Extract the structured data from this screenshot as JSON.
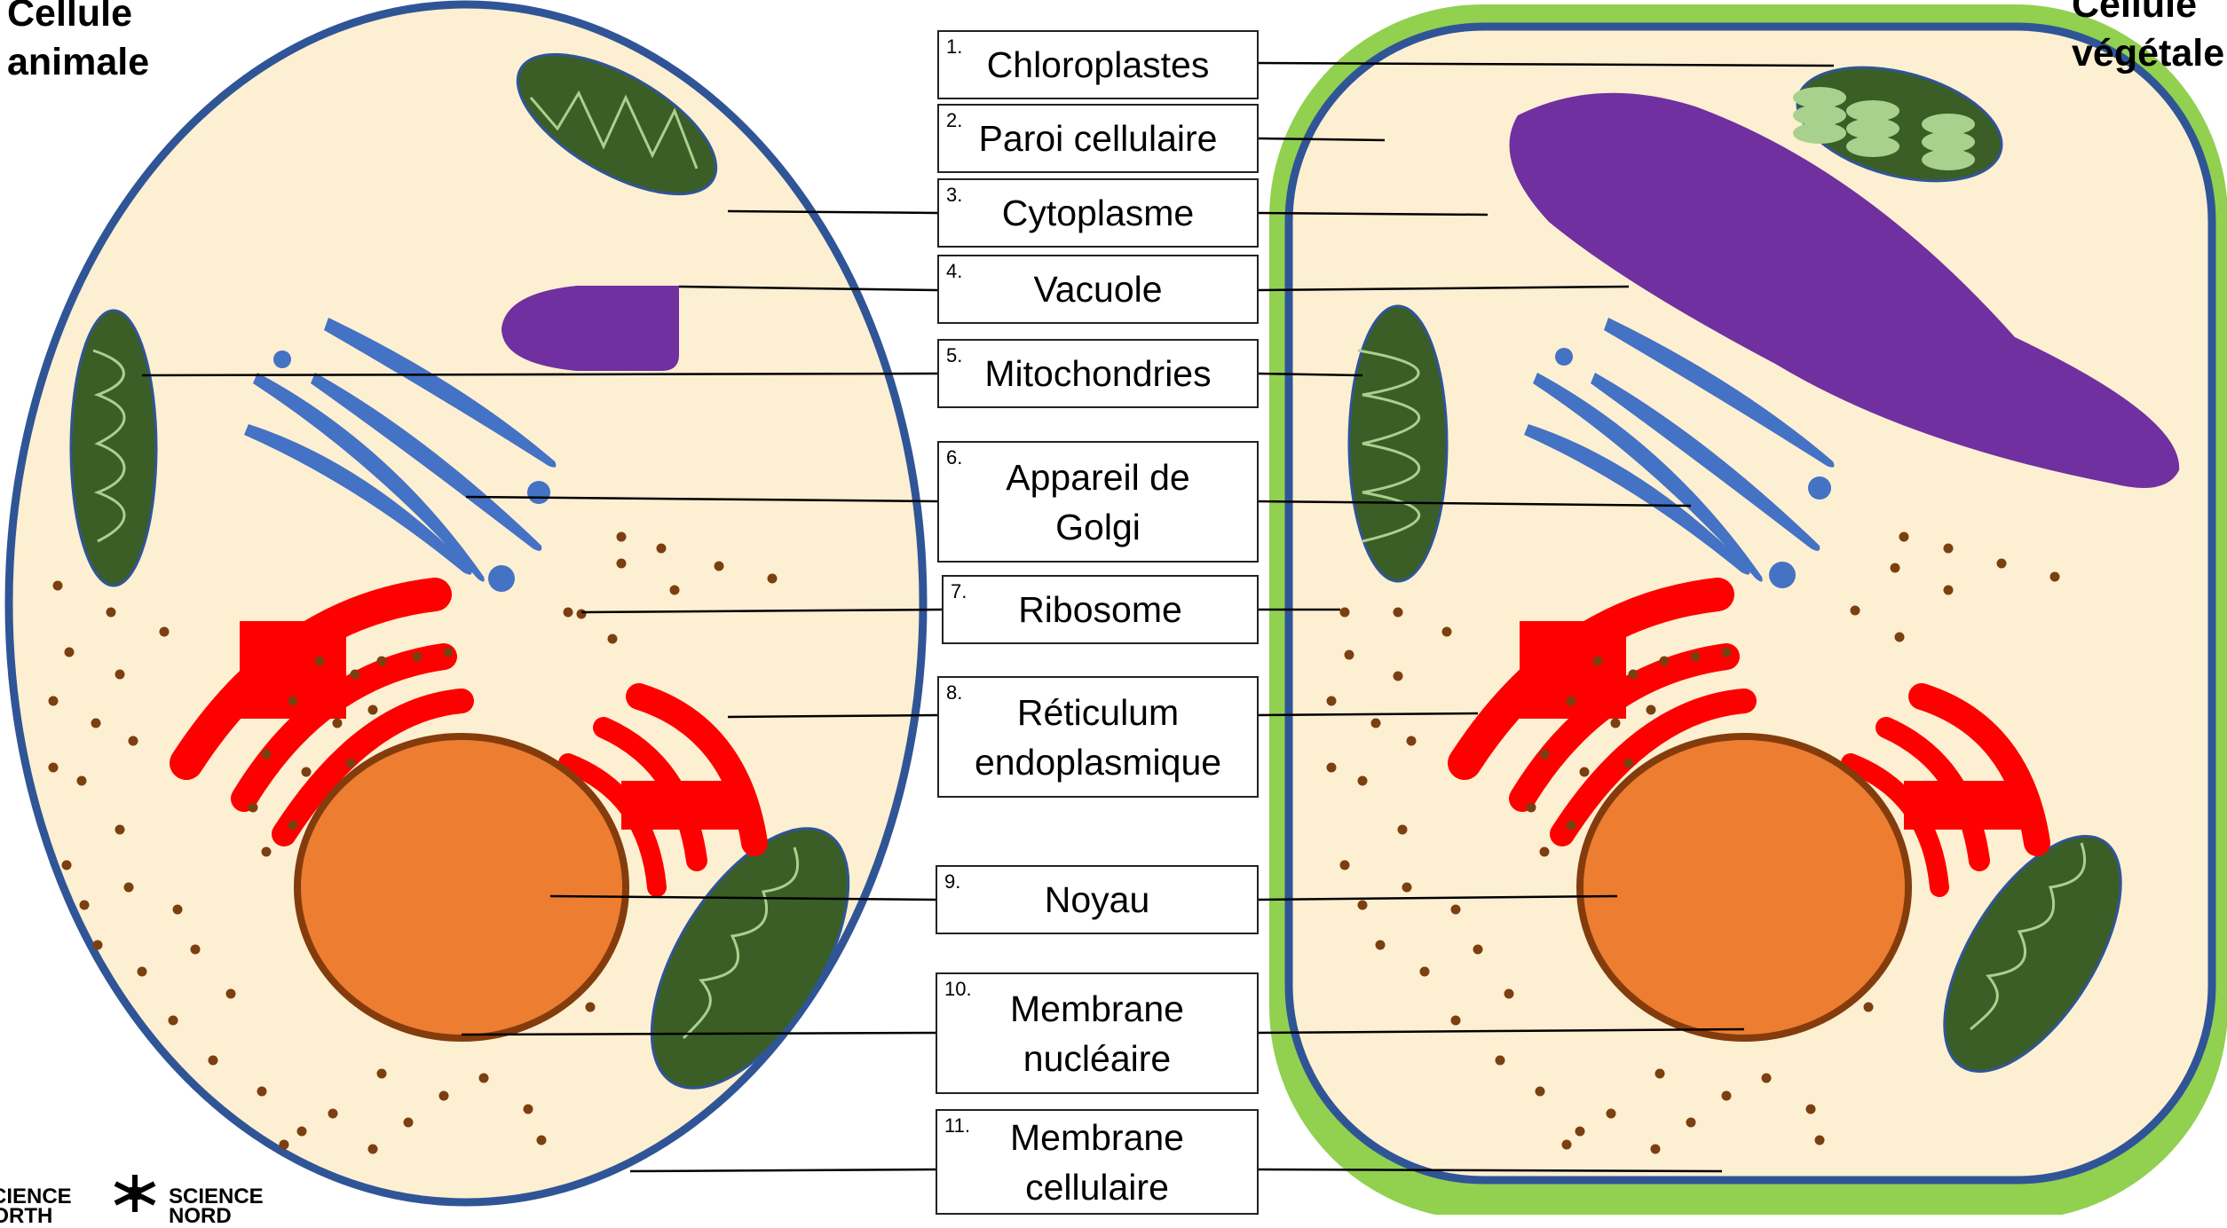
{
  "titles": {
    "animal": "Cellule\nanimale",
    "plant": "Cellule\nvégétale"
  },
  "labels": [
    {
      "num": "1.",
      "text": "Chloroplastes"
    },
    {
      "num": "2.",
      "text": "Paroi cellulaire"
    },
    {
      "num": "3.",
      "text": "Cytoplasme"
    },
    {
      "num": "4.",
      "text": "Vacuole"
    },
    {
      "num": "5.",
      "text": "Mitochondries"
    },
    {
      "num": "6.",
      "text": "Appareil de\nGolgi"
    },
    {
      "num": "7.",
      "text": "Ribosome"
    },
    {
      "num": "8.",
      "text": "Réticulum\nendoplasmique"
    },
    {
      "num": "9.",
      "text": "Noyau"
    },
    {
      "num": "10.",
      "text": "Membrane\nnucléaire"
    },
    {
      "num": "11.",
      "text": "Membrane\ncellulaire"
    }
  ],
  "logo": {
    "left_text": "SCIENCE\nNORTH",
    "right_text": "SCIENCE\nNORD"
  },
  "colors": {
    "cytoplasm": "#fdefd1",
    "membrane": "#2f5597",
    "cell_wall": "#92d050",
    "mitochondria": "#3b5e26",
    "mito_inner": "#a9d18e",
    "vacuole": "#7030a0",
    "golgi": "#4472c4",
    "er": "#ff0000",
    "nucleus": "#ed7d31",
    "nuclear_membrane": "#843c0c",
    "ribosome": "#7b3f10"
  }
}
